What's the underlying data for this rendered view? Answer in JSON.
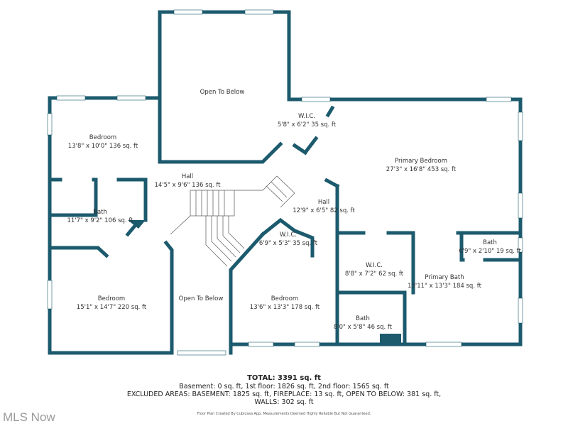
{
  "colors": {
    "wall": "#1c5a6d",
    "window": "#ffffff",
    "text": "#333333"
  },
  "rooms": [
    {
      "name": "Open To Below",
      "dims": ""
    },
    {
      "name": "Bedroom",
      "dims": "13'8\" x 10'0\" 136 sq. ft"
    },
    {
      "name": "W.I.C.",
      "dims": "5'8\" x 6'2\" 35 sq. ft"
    },
    {
      "name": "Primary Bedroom",
      "dims": "27'3\" x 16'8\" 453 sq. ft"
    },
    {
      "name": "Hall",
      "dims": "14'5\" x 9'6\" 136 sq. ft"
    },
    {
      "name": "Hall",
      "dims": "12'9\" x 6'5\" 82 sq. ft"
    },
    {
      "name": "Bath",
      "dims": "11'7\" x 9'2\" 106 sq. ft"
    },
    {
      "name": "W.I.C.",
      "dims": "6'9\" x 5'3\" 35 sq. ft"
    },
    {
      "name": "Bath",
      "dims": "6'9\" x 2'10\" 19 sq. ft"
    },
    {
      "name": "W.I.C.",
      "dims": "8'8\" x 7'2\" 62 sq. ft"
    },
    {
      "name": "Primary Bath",
      "dims": "13'11\" x 13'3\" 184 sq. ft"
    },
    {
      "name": "Bedroom",
      "dims": "15'1\" x 14'7\" 220 sq. ft"
    },
    {
      "name": "Open To Below",
      "dims": ""
    },
    {
      "name": "Bedroom",
      "dims": "13'6\" x 13'3\" 178 sq. ft"
    },
    {
      "name": "Bath",
      "dims": "8'0\" x 5'8\" 46 sq. ft"
    }
  ],
  "summary": {
    "total": "TOTAL: 3391 sq. ft",
    "floors": "Basement: 0 sq. ft, 1st floor: 1826 sq. ft, 2nd floor: 1565 sq. ft",
    "excluded": "EXCLUDED AREAS: BASEMENT: 1825 sq. ft, FIREPLACE: 13 sq. ft, OPEN TO BELOW: 381 sq. ft,",
    "walls": "WALLS: 302 sq. ft",
    "disclaimer": "Floor Plan Created By Cubicasa App. Measurements Deemed Highly Reliable But Not Guaranteed."
  },
  "watermark": "MLS Now"
}
